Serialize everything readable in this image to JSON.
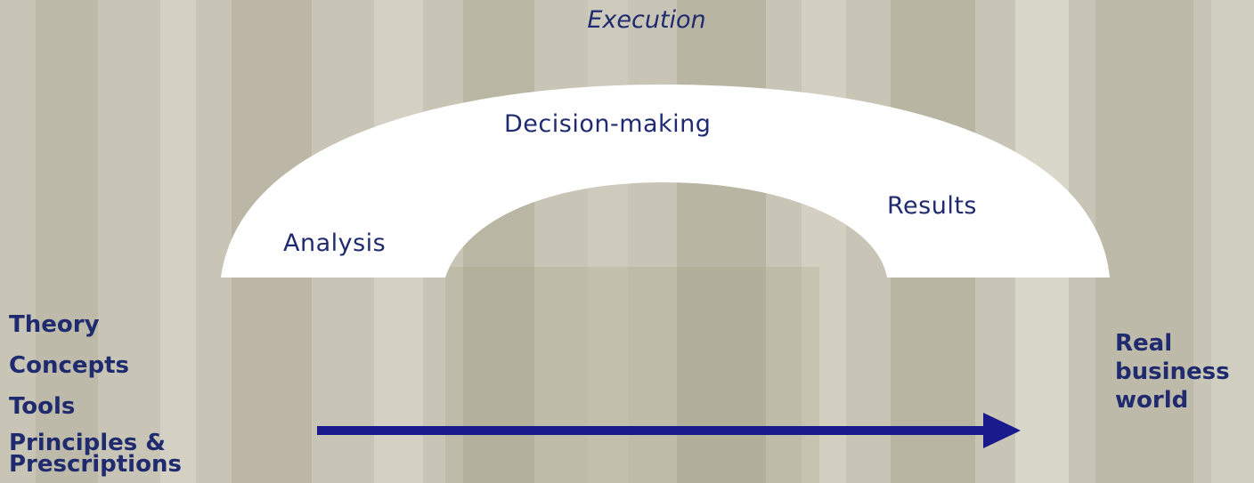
{
  "diagram": {
    "title": "Execution",
    "arc_labels": {
      "top": "Decision-making",
      "right": "Results",
      "left": "Analysis"
    },
    "left_list": [
      "Theory",
      "Concepts",
      "Tools",
      "Principles & Prescriptions"
    ],
    "right_label": [
      "Real",
      "business",
      "world"
    ],
    "colors": {
      "text": "#1f2b6e",
      "arrow": "#1a1a8c",
      "arc_fill": "#ffffff"
    }
  }
}
